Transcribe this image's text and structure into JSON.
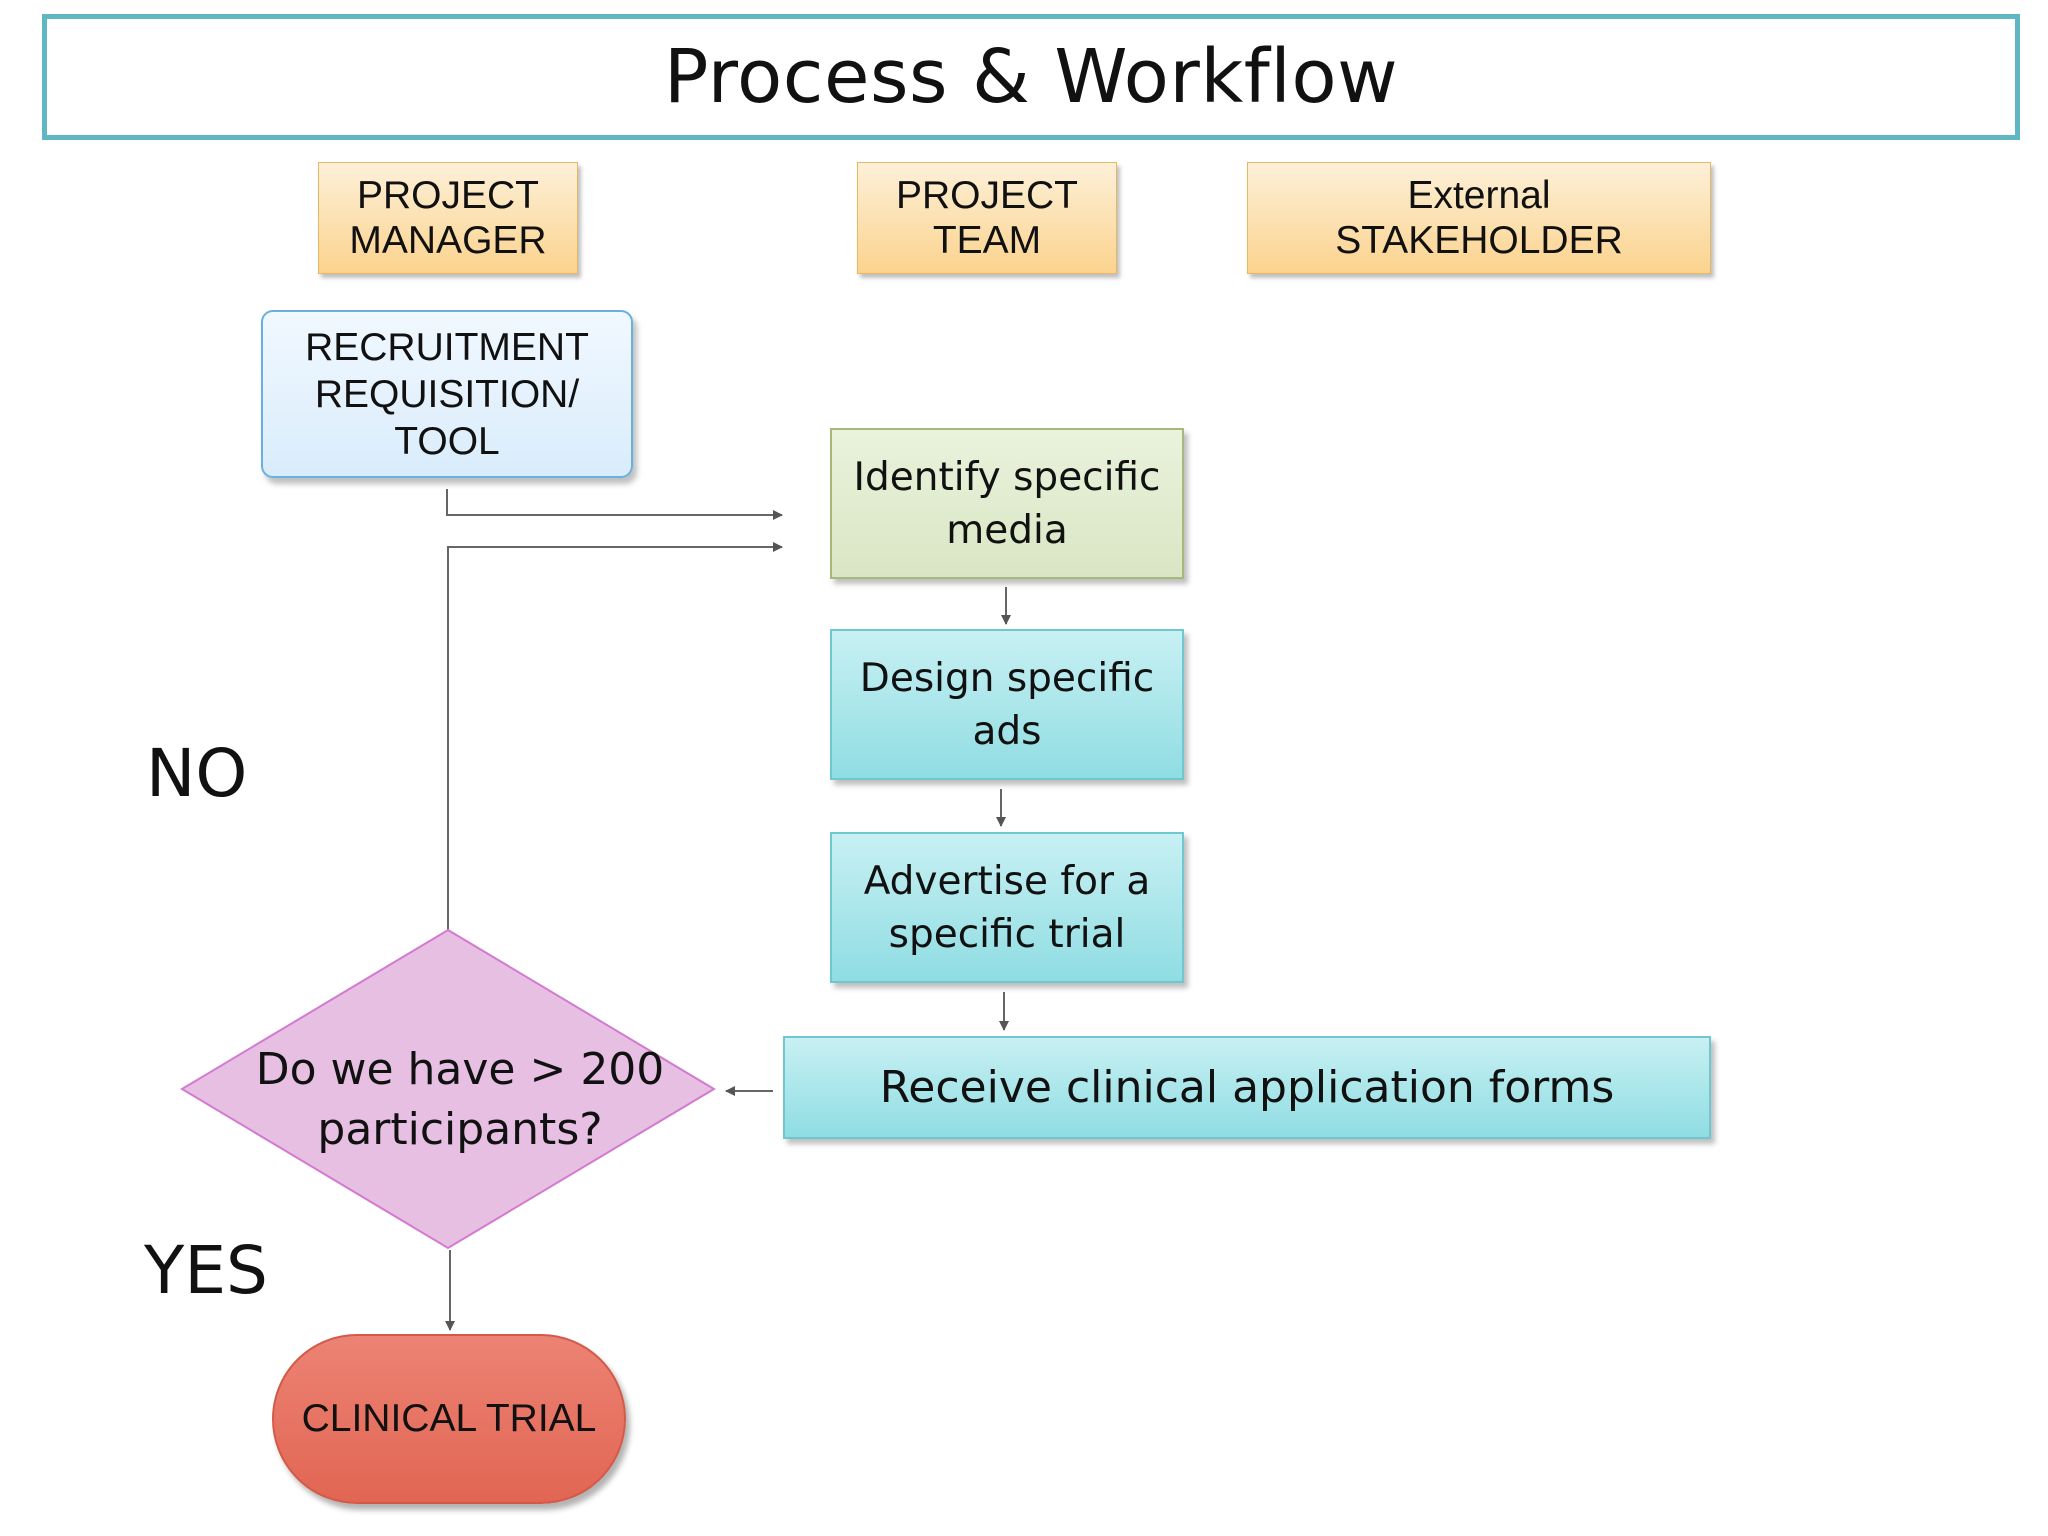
{
  "title": "Process & Workflow",
  "lanes": [
    {
      "label": "PROJECT\nMANAGER"
    },
    {
      "label": "PROJECT\nTEAM"
    },
    {
      "label": "External\nSTAKEHOLDER"
    }
  ],
  "nodes": {
    "requisition": "RECRUITMENT\nREQUISITION/\nTOOL",
    "identify": "Identify specific\nmedia",
    "design": "Design specific\nads",
    "advertise": "Advertise for a\nspecific trial",
    "receive": "Receive clinical application forms",
    "decision": "Do we have > 200\nparticipants?",
    "clinical_trial": "CLINICAL TRIAL"
  },
  "branches": {
    "no": "NO",
    "yes": "YES"
  },
  "colors": {
    "title_border": "#5fb7c4",
    "lane_fill": "#fbd38e",
    "requisition_fill": "#d9ecfb",
    "identify_fill": "#d9e6c4",
    "process_fill": "#8fdde3",
    "decision_fill": "#e6bfe2",
    "clinical_trial_fill": "#e26553",
    "connector": "#555555"
  }
}
